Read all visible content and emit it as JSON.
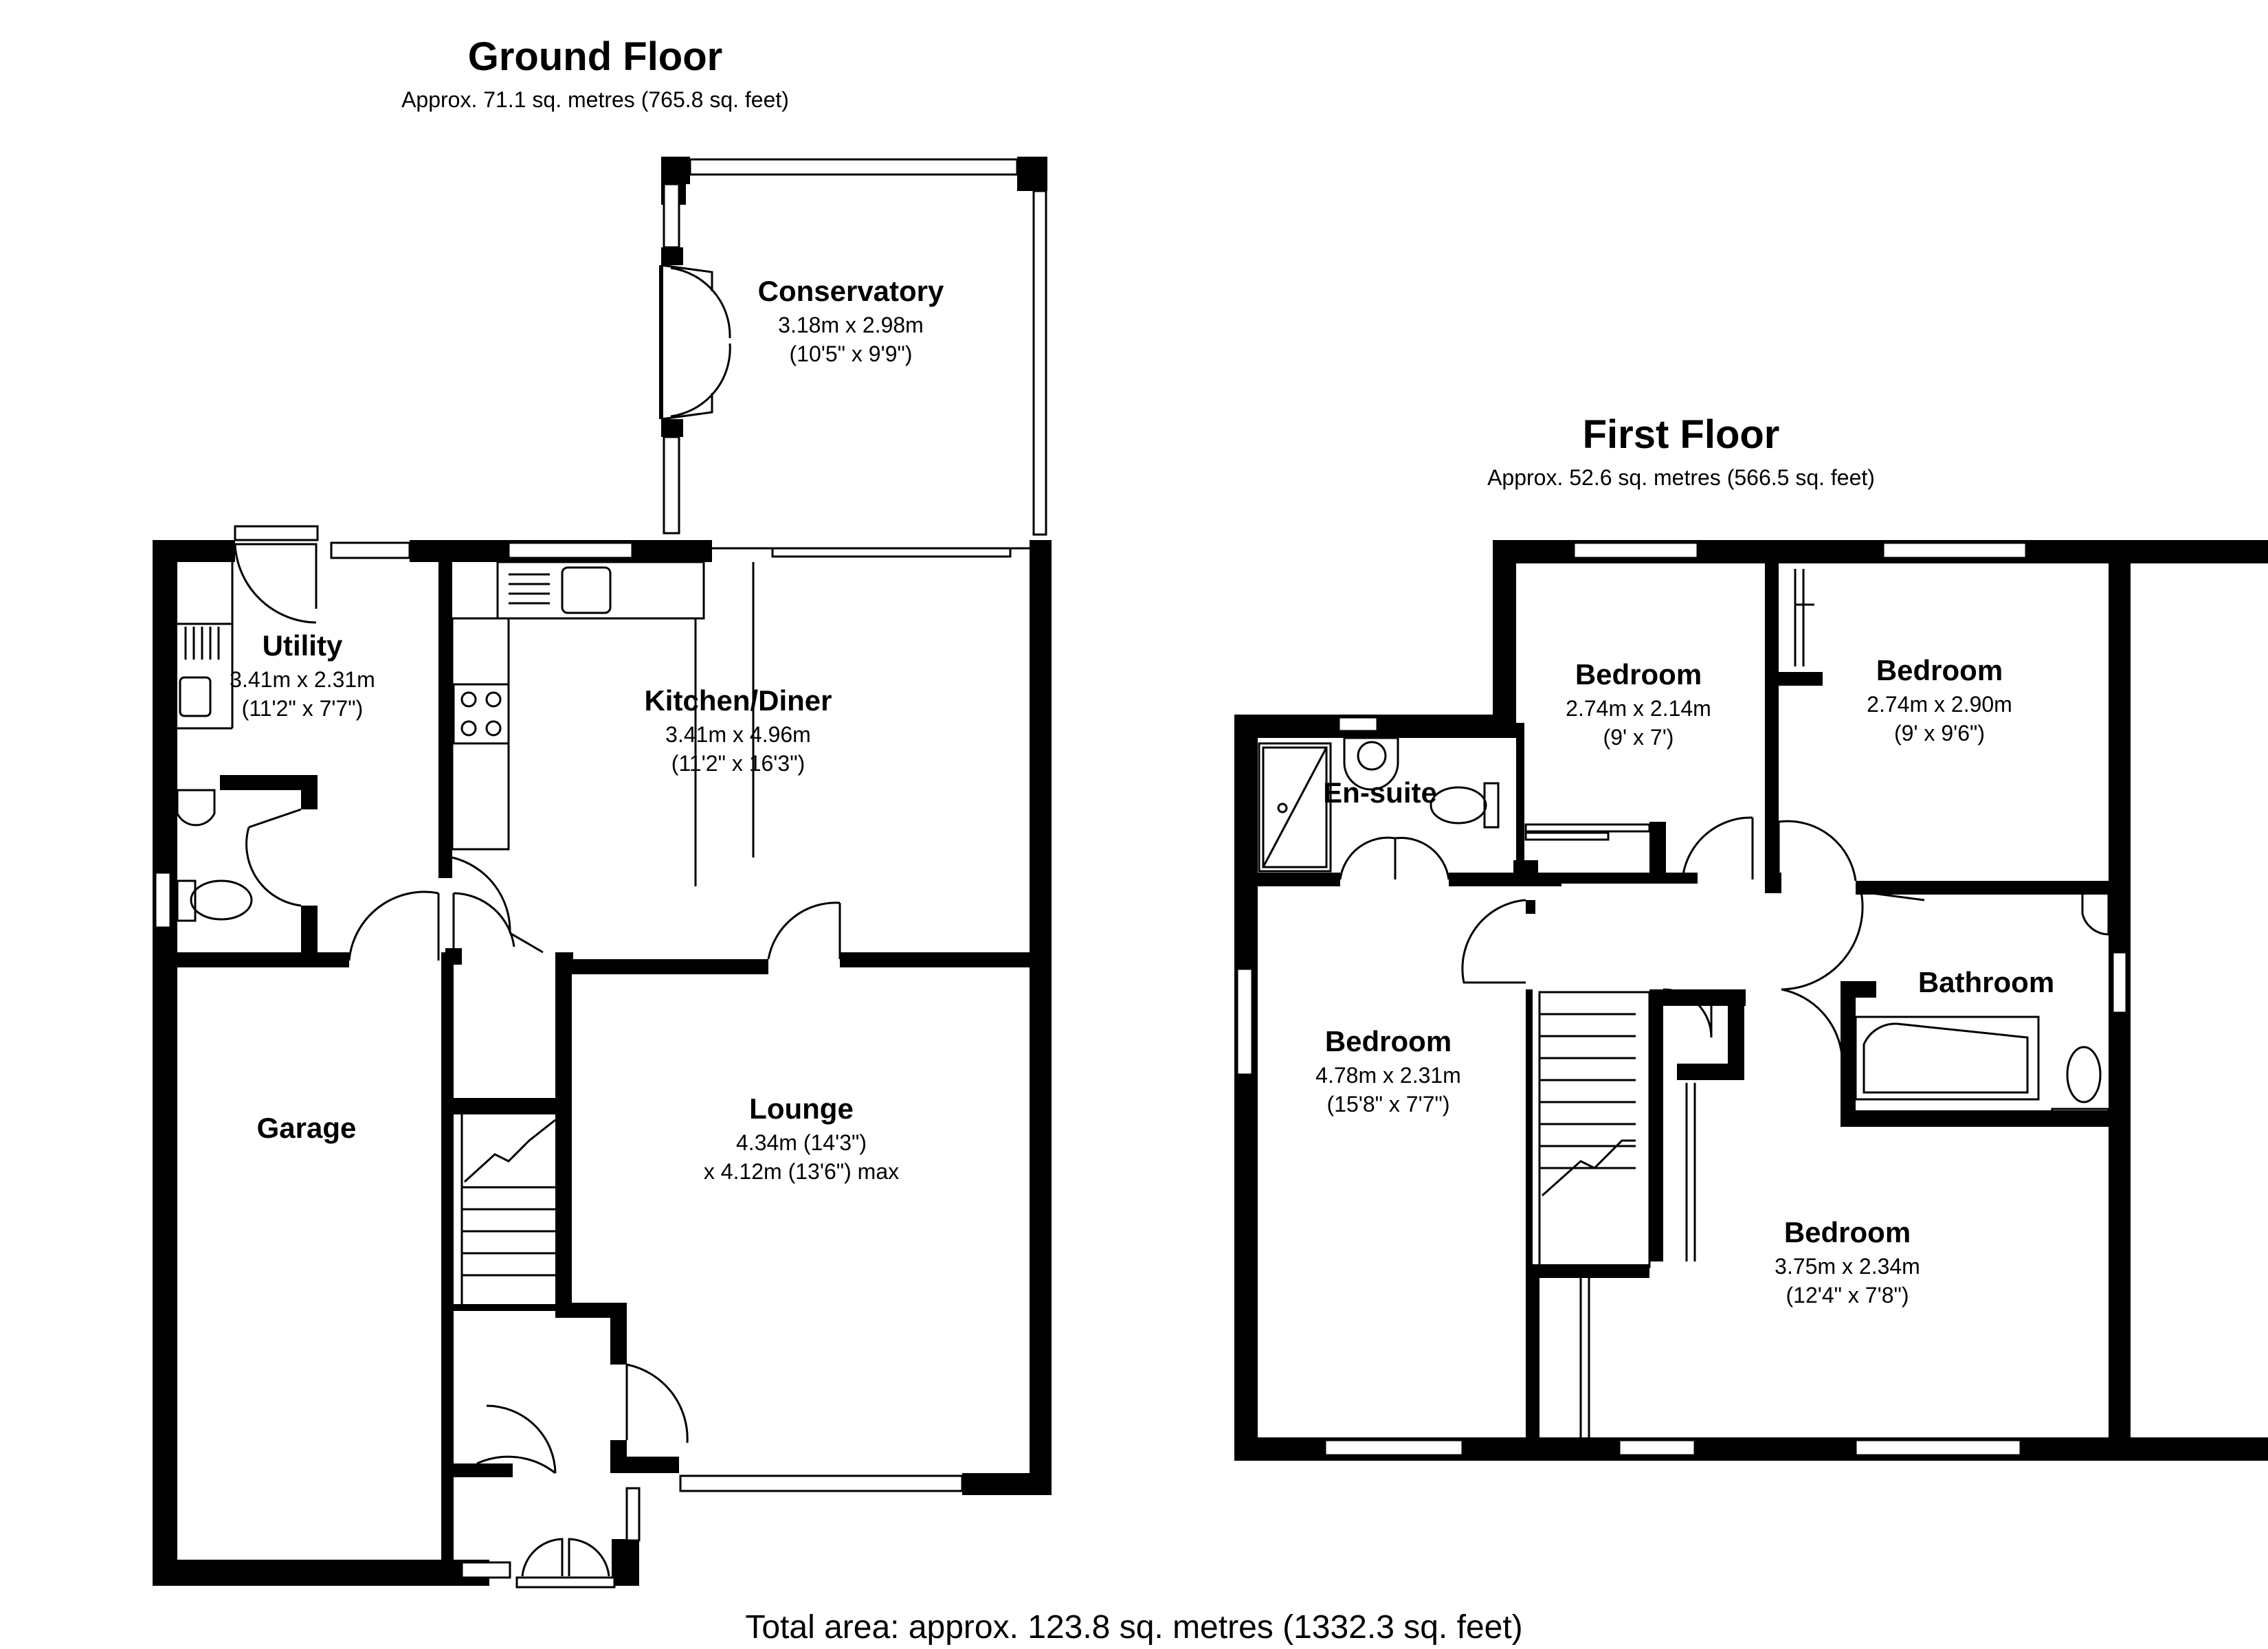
{
  "ground_floor": {
    "title": "Ground Floor",
    "area": "Approx. 71.1 sq. metres (765.8 sq. feet)",
    "rooms": {
      "conservatory": {
        "name": "Conservatory",
        "dim1": "3.18m x 2.98m",
        "dim2": "(10'5\" x 9'9\")"
      },
      "utility": {
        "name": "Utility",
        "dim1": "3.41m x 2.31m",
        "dim2": "(11'2\" x 7'7\")"
      },
      "kitchen": {
        "name": "Kitchen/Diner",
        "dim1": "3.41m x 4.96m",
        "dim2": "(11'2\" x 16'3\")"
      },
      "garage": {
        "name": "Garage"
      },
      "lounge": {
        "name": "Lounge",
        "dim1": "4.34m (14'3\")",
        "dim2": "x 4.12m (13'6\") max"
      }
    }
  },
  "first_floor": {
    "title": "First Floor",
    "area": "Approx. 52.6 sq. metres (566.5 sq. feet)",
    "rooms": {
      "bedroom_small": {
        "name": "Bedroom",
        "dim1": "2.74m x 2.14m",
        "dim2": "(9' x 7')"
      },
      "bedroom_back_right": {
        "name": "Bedroom",
        "dim1": "2.74m x 2.90m",
        "dim2": "(9' x 9'6\")"
      },
      "ensuite": {
        "name": "En-suite"
      },
      "bathroom": {
        "name": "Bathroom"
      },
      "bedroom_master": {
        "name": "Bedroom",
        "dim1": "4.78m x 2.31m",
        "dim2": "(15'8\" x 7'7\")"
      },
      "bedroom_front_right": {
        "name": "Bedroom",
        "dim1": "3.75m x 2.34m",
        "dim2": "(12'4\" x 7'8\")"
      }
    }
  },
  "total_area": "Total area: approx. 123.8 sq. metres (1332.3 sq. feet)",
  "colors": {
    "wall": "#000000",
    "line": "#000000",
    "window": "#ffffff",
    "background": "#ffffff"
  }
}
